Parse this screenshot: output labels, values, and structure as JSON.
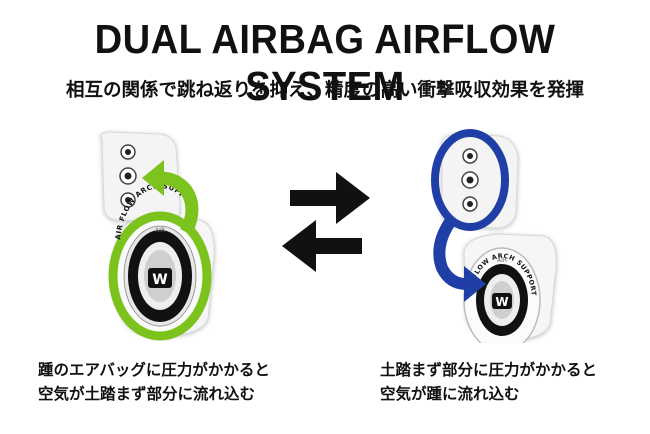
{
  "header": {
    "title": "DUAL AIRBAG AIRFLOW SYSTEM",
    "subtitle": "相互の関係で跳ね返りを抑え、精度の高い衝撃吸収効果を発揮"
  },
  "colors": {
    "green": "#7dc31e",
    "blue": "#1f3fa6",
    "black": "#111111"
  },
  "insole": {
    "pad_label": "AIR",
    "ring_text": "AIR FLOW ARCH SUPPORT",
    "logo_mark": "W"
  },
  "left_panel": {
    "caption_line1": "踵のエアバッグに圧力がかかると",
    "caption_line2": "空気が土踏まず部分に流れ込む"
  },
  "right_panel": {
    "caption_line1": "土踏まず部分に圧力がかかると",
    "caption_line2": "空気が踵に流れ込む"
  }
}
